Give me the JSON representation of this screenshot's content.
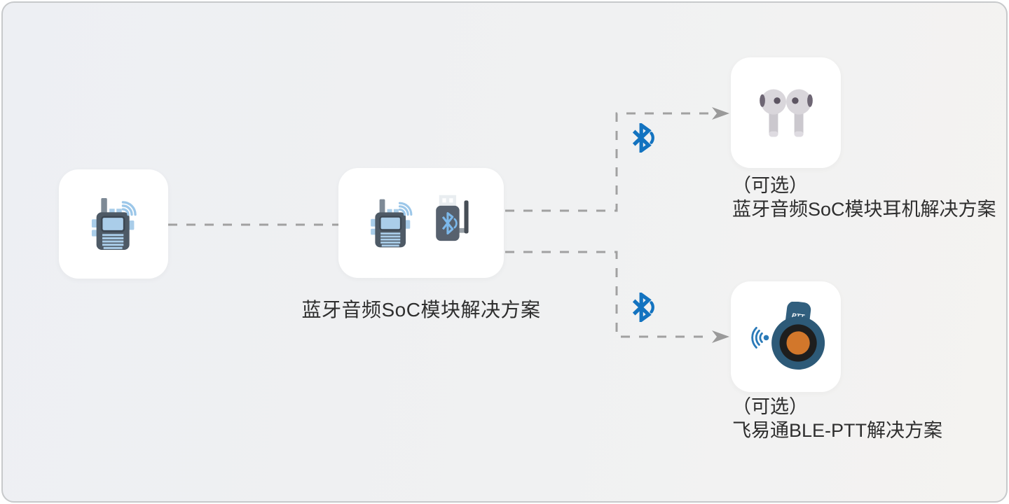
{
  "panel": {
    "background_left": "#edeff3",
    "background_right": "#f4f3f1",
    "border_color": "#c7c9cb"
  },
  "nodes": {
    "walkie_talkie": {
      "icon": "walkie-talkie-icon"
    },
    "soc_module": {
      "label": "蓝牙音频SoC模块解决方案",
      "icons": [
        "walkie-talkie-icon",
        "usb-bluetooth-dongle-icon"
      ]
    },
    "headset": {
      "optional_tag": "（可选）",
      "label": "蓝牙音频SoC模块耳机解决方案",
      "icon": "earbuds-icon"
    },
    "ble_ptt": {
      "optional_tag": "（可选）",
      "label": "飞易通BLE-PTT解决方案",
      "icon": "ptt-button-icon",
      "device_badge": "PTT"
    }
  },
  "connectors": {
    "line_style": "dashed",
    "line_color": "#a1a1a1",
    "arrow_color": "#9a9a9a",
    "bluetooth_icon_color": "#1373c0"
  }
}
